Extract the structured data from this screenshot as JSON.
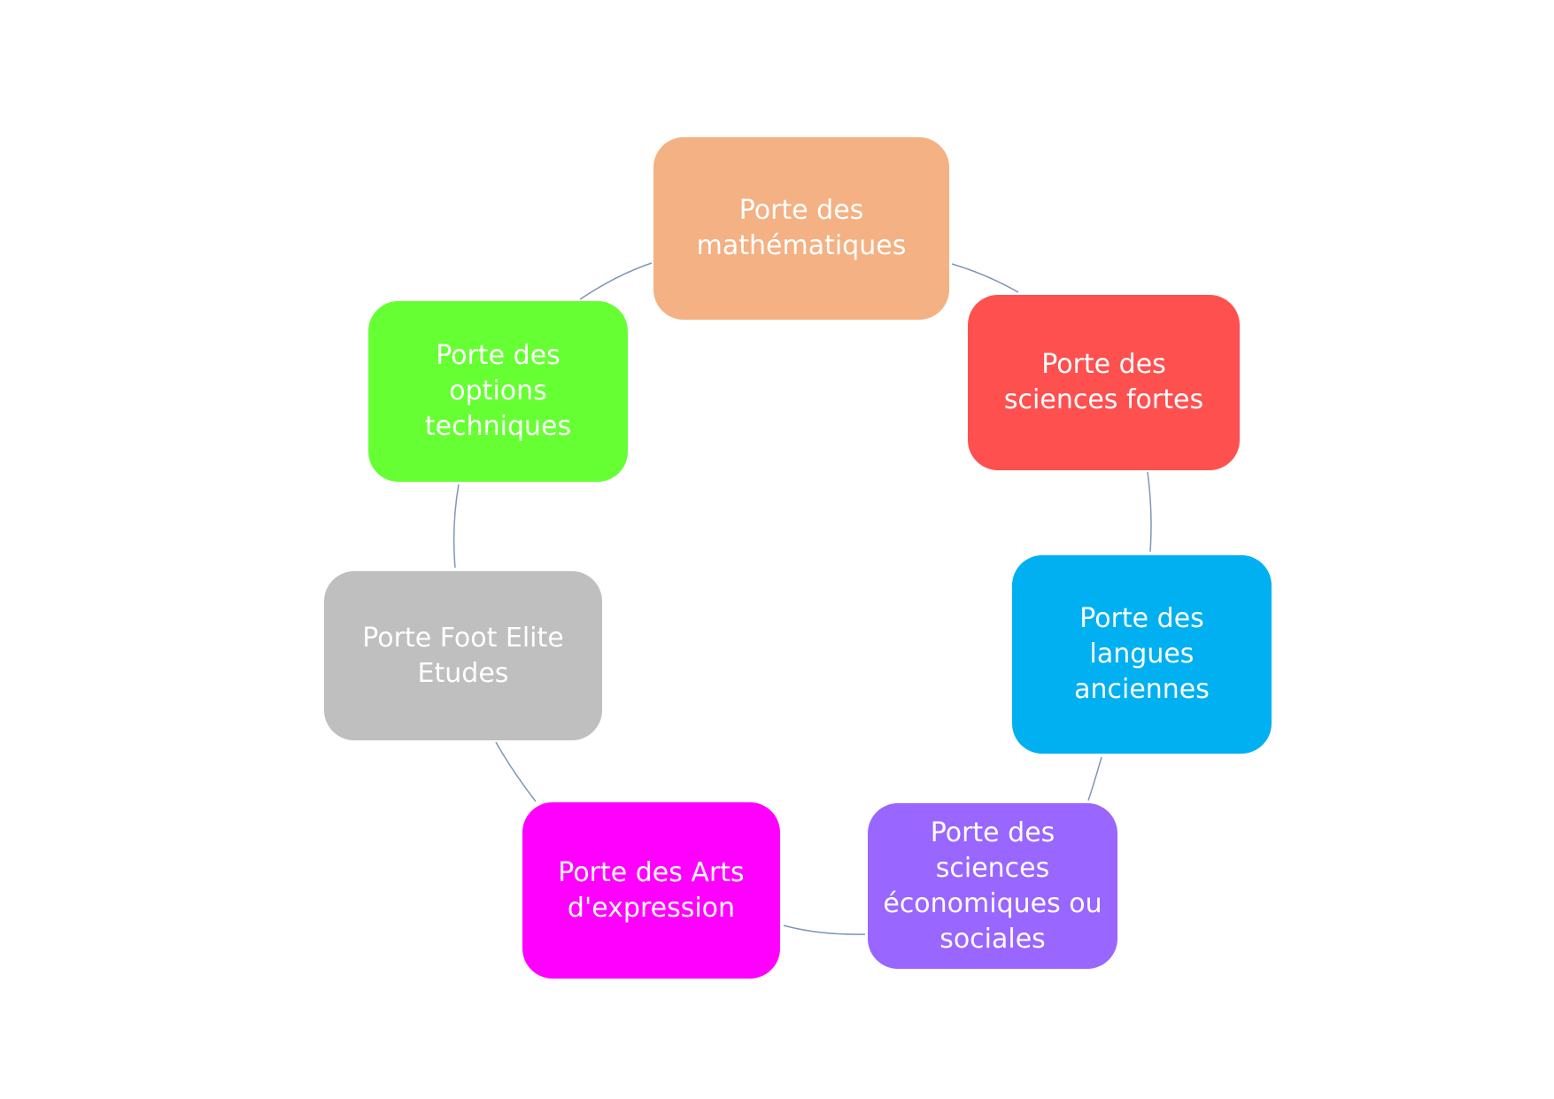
{
  "diagram": {
    "connector_color": "#7f97b8",
    "nodes": [
      {
        "id": "math",
        "label": "Porte des\nmathématiques",
        "color": "#f4b183"
      },
      {
        "id": "sci",
        "label": "Porte des\nsciences fortes",
        "color": "#ff5050"
      },
      {
        "id": "lang",
        "label": "Porte des\nlangues\nanciennes",
        "color": "#00b0f0"
      },
      {
        "id": "eco",
        "label": "Porte des\nsciences\néconomiques ou\nsociales",
        "color": "#9966ff"
      },
      {
        "id": "arts",
        "label": "Porte des Arts\nd'expression",
        "color": "#ff00ff"
      },
      {
        "id": "foot",
        "label": "Porte Foot Elite\nEtudes",
        "color": "#bfbfbf"
      },
      {
        "id": "tech",
        "label": "Porte des\noptions\ntechniques",
        "color": "#66ff33"
      }
    ]
  }
}
